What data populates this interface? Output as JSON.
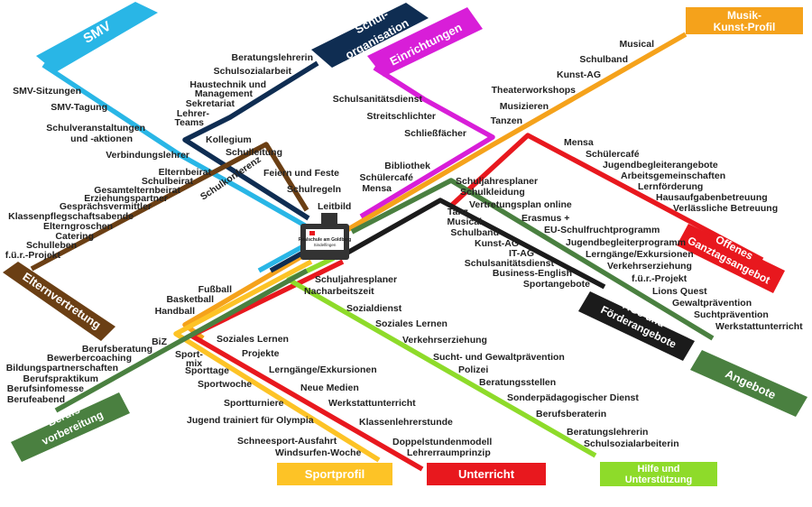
{
  "colors": {
    "smv": "#29b6e6",
    "orga": "#0f2d52",
    "einr": "#d81ed8",
    "musik": "#f5a21b",
    "ganztag": "#e8181e",
    "ags": "#1b1b1b",
    "angebote": "#4a8040",
    "hilfe": "#8edb2a",
    "unterricht": "#e8181e",
    "sport": "#fdc326",
    "eltern": "#6b3f14",
    "beruf": "#4a8040"
  },
  "school": {
    "line1": "Realschule am Goldberg",
    "line2": "Sindelfingen"
  },
  "titles": {
    "smv": "SMV",
    "orga": [
      "Schul-",
      "organisation"
    ],
    "einr": "Einrichtungen",
    "musik": [
      "Musik-",
      "Kunst-Profil"
    ],
    "ganztag": [
      "Offenes",
      "Ganztagsangebot"
    ],
    "ags": [
      "AGs und",
      "Förderangebote"
    ],
    "angebote": "Angebote",
    "hilfe": [
      "Hilfe und",
      "Unterstützung"
    ],
    "unterricht": "Unterricht",
    "sport": "Sportprofil",
    "eltern": "Elternvertretung",
    "beruf": [
      "Berufs-",
      "vorbereitung"
    ]
  },
  "labels": {
    "smv": [
      "SMV-Sitzungen",
      "SMV-Tagung",
      "Schulveranstaltungen",
      "und -aktionen",
      "Verbindungslehrer"
    ],
    "orga": [
      "Beratungslehrerin",
      "Schulsozialarbeit",
      "Haustechnik und",
      "Management",
      "Sekretariat",
      "Lehrer-",
      "Teams",
      "Kollegium",
      "Schulleitung",
      "Schulkonferenz"
    ],
    "einr": [
      "Schulsanitätsdienst",
      "Streitschlichter",
      "Schließfächer",
      "Bibliothek",
      "Schülercafé",
      "Mensa"
    ],
    "musik": [
      "Musical",
      "Schulband",
      "Kunst-AG",
      "Theaterworkshops",
      "Musizieren",
      "Tanzen"
    ],
    "ganztag": [
      "Mensa",
      "Schülercafé",
      "Jugendbegleiterangebote",
      "Arbeitsgemeinschaften",
      "Lernförderung",
      "Hausaufgabenbetreuung",
      "Verlässliche Betreuung"
    ],
    "center": [
      "Feiern und Feste",
      "Schulregeln",
      "Leitbild"
    ],
    "eltern": [
      "Elternbeirat",
      "Schulbeirat",
      "Gesamtelternbeirat",
      "Erziehungspartner",
      "Gesprächsvermittler",
      "Klassenpflegschaftsabende",
      "Elterngroschen",
      "Catering",
      "Schulleben",
      "f.ü.r.-Projekt"
    ],
    "angebote": [
      "Schuljahresplaner",
      "Schulkleidung",
      "Vertretungsplan online",
      "Erasmus +",
      "EU-Schulfruchtprogramm",
      "Jugendbegleiterprogramm",
      "Lerngänge/Exkursionen",
      "Verkehrserziehung",
      "f.ü.r.-Projekt",
      "Lions Quest",
      "Gewaltprävention",
      "Suchtprävention",
      "Werkstattunterricht"
    ],
    "ags": [
      "Tanz",
      "Musical",
      "Schulband",
      "Kunst-AG",
      "IT-AG",
      "Schulsanitätsdienst",
      "Business-English",
      "Sportangebote"
    ],
    "hilfe": [
      "Schuljahresplaner",
      "Nacharbeitszeit",
      "Sozialdienst",
      "Soziales Lernen",
      "Verkehrserziehung",
      "Sucht- und Gewaltprävention",
      "Polizei",
      "Beratungsstellen",
      "Sonderpädagogischer Dienst",
      "Berufsberaterin",
      "Beratungslehrerin",
      "Schulsozialarbeiterin"
    ],
    "sport": [
      "Fußball",
      "Basketball",
      "Handball",
      "Sport-",
      "mix",
      "Sporttage",
      "Sportwoche",
      "Sportturniere",
      "Jugend trainiert für Olympia",
      "Schneesport-Ausfahrt",
      "Windsurfen-Woche"
    ],
    "unterricht": [
      "Soziales Lernen",
      "Projekte",
      "Lerngänge/Exkursionen",
      "Neue Medien",
      "Werkstattunterricht",
      "Klassenlehrerstunde",
      "Doppelstundenmodell",
      "Lehrerraumprinzip"
    ],
    "beruf": [
      "BiZ",
      "Berufsberatung",
      "Bewerbercoaching",
      "Bildungspartnerschaften",
      "Berufspraktikum",
      "Berufsinfomesse",
      "Berufeabend"
    ]
  }
}
